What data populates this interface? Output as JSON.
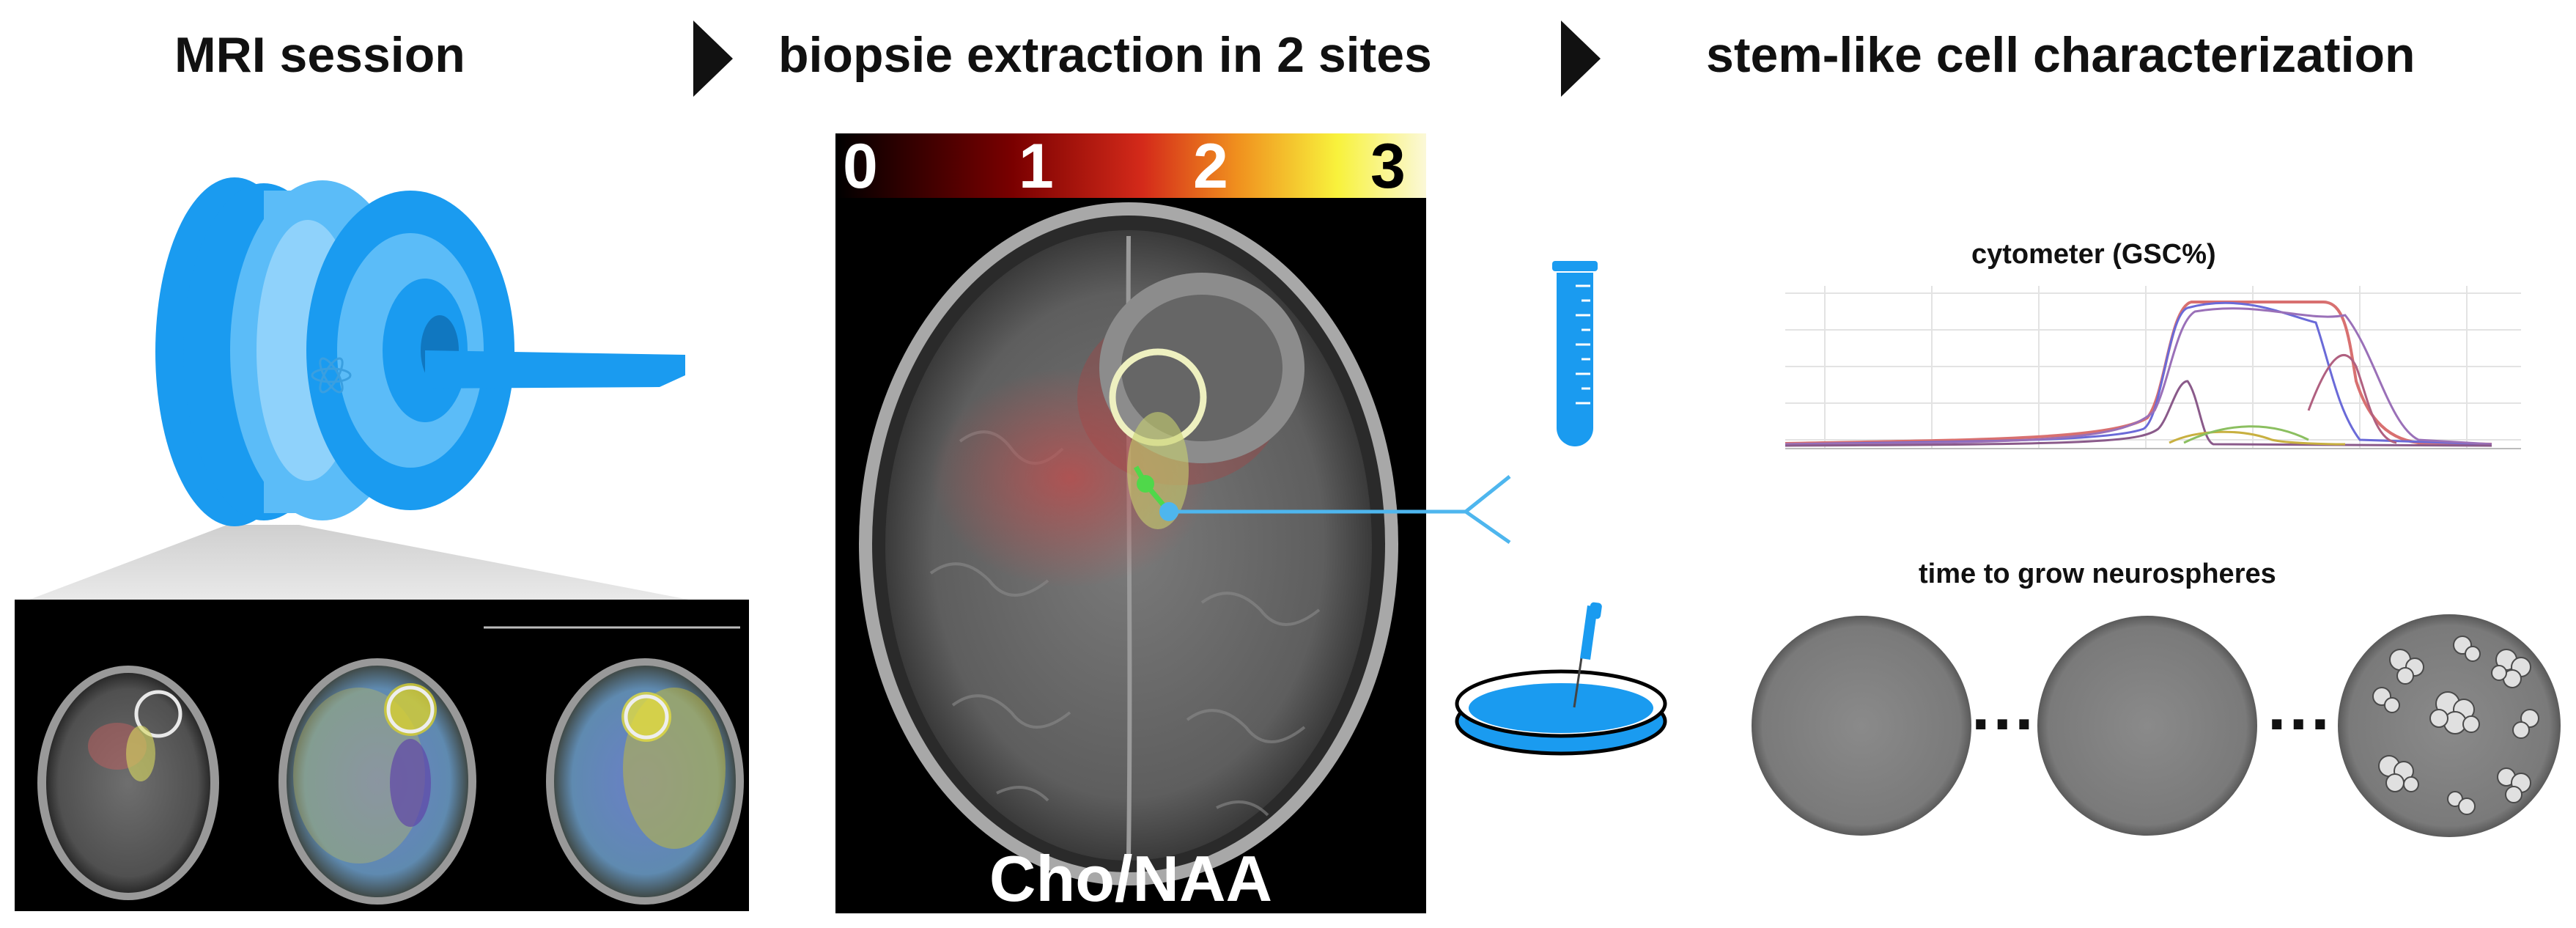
{
  "headings": {
    "mri": "MRI session",
    "biopsy": "biopsie extraction in 2 sites",
    "stem": "stem-like cell characterization"
  },
  "colorbar": {
    "ticks": [
      "0",
      "1",
      "2",
      "3"
    ],
    "label": "Cho/NAA",
    "colors": [
      "#000000",
      "#7a0000",
      "#d42a1a",
      "#f0901e",
      "#f8f23c",
      "#fbf8d8"
    ]
  },
  "cytometer": {
    "title": "cytometer (GSC%)"
  },
  "neurospheres": {
    "title": "time to grow neurospheres",
    "ellipsis": "..."
  },
  "colors": {
    "accent_blue": "#1a9bf0",
    "light_blue": "#5bbcf8",
    "line_blue": "#4eb6ee",
    "biopsy_green": "#4fd84a",
    "arrow": "#111111"
  },
  "icons": [
    "mri-scanner-icon",
    "atom-icon",
    "test-tube-icon",
    "petri-dish-icon",
    "pipette-icon",
    "needle-icon",
    "arrow-icon"
  ]
}
